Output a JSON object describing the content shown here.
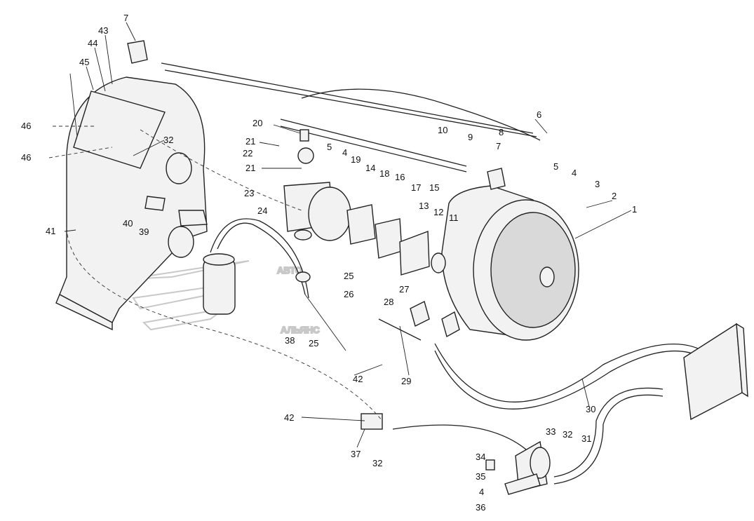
{
  "watermark": {
    "line1": "АВТО",
    "line2": "АЛЬЯНС"
  },
  "callouts": [
    {
      "label": "7"
    },
    {
      "label": "43"
    },
    {
      "label": "44"
    },
    {
      "label": "45"
    },
    {
      "label": "46"
    },
    {
      "label": "46"
    },
    {
      "label": "32"
    },
    {
      "label": "41"
    },
    {
      "label": "40"
    },
    {
      "label": "39"
    },
    {
      "label": "20"
    },
    {
      "label": "21"
    },
    {
      "label": "22"
    },
    {
      "label": "21"
    },
    {
      "label": "5"
    },
    {
      "label": "4"
    },
    {
      "label": "19"
    },
    {
      "label": "14"
    },
    {
      "label": "18"
    },
    {
      "label": "16"
    },
    {
      "label": "17"
    },
    {
      "label": "15"
    },
    {
      "label": "10"
    },
    {
      "label": "9"
    },
    {
      "label": "8"
    },
    {
      "label": "7"
    },
    {
      "label": "6"
    },
    {
      "label": "5"
    },
    {
      "label": "4"
    },
    {
      "label": "3"
    },
    {
      "label": "2"
    },
    {
      "label": "1"
    },
    {
      "label": "23"
    },
    {
      "label": "24"
    },
    {
      "label": "13"
    },
    {
      "label": "12"
    },
    {
      "label": "11"
    },
    {
      "label": "25"
    },
    {
      "label": "26"
    },
    {
      "label": "27"
    },
    {
      "label": "28"
    },
    {
      "label": "38"
    },
    {
      "label": "25"
    },
    {
      "label": "42"
    },
    {
      "label": "29"
    },
    {
      "label": "30"
    },
    {
      "label": "42"
    },
    {
      "label": "37"
    },
    {
      "label": "32"
    },
    {
      "label": "33"
    },
    {
      "label": "32"
    },
    {
      "label": "31"
    },
    {
      "label": "34"
    },
    {
      "label": "35"
    },
    {
      "label": "4"
    },
    {
      "label": "36"
    }
  ]
}
